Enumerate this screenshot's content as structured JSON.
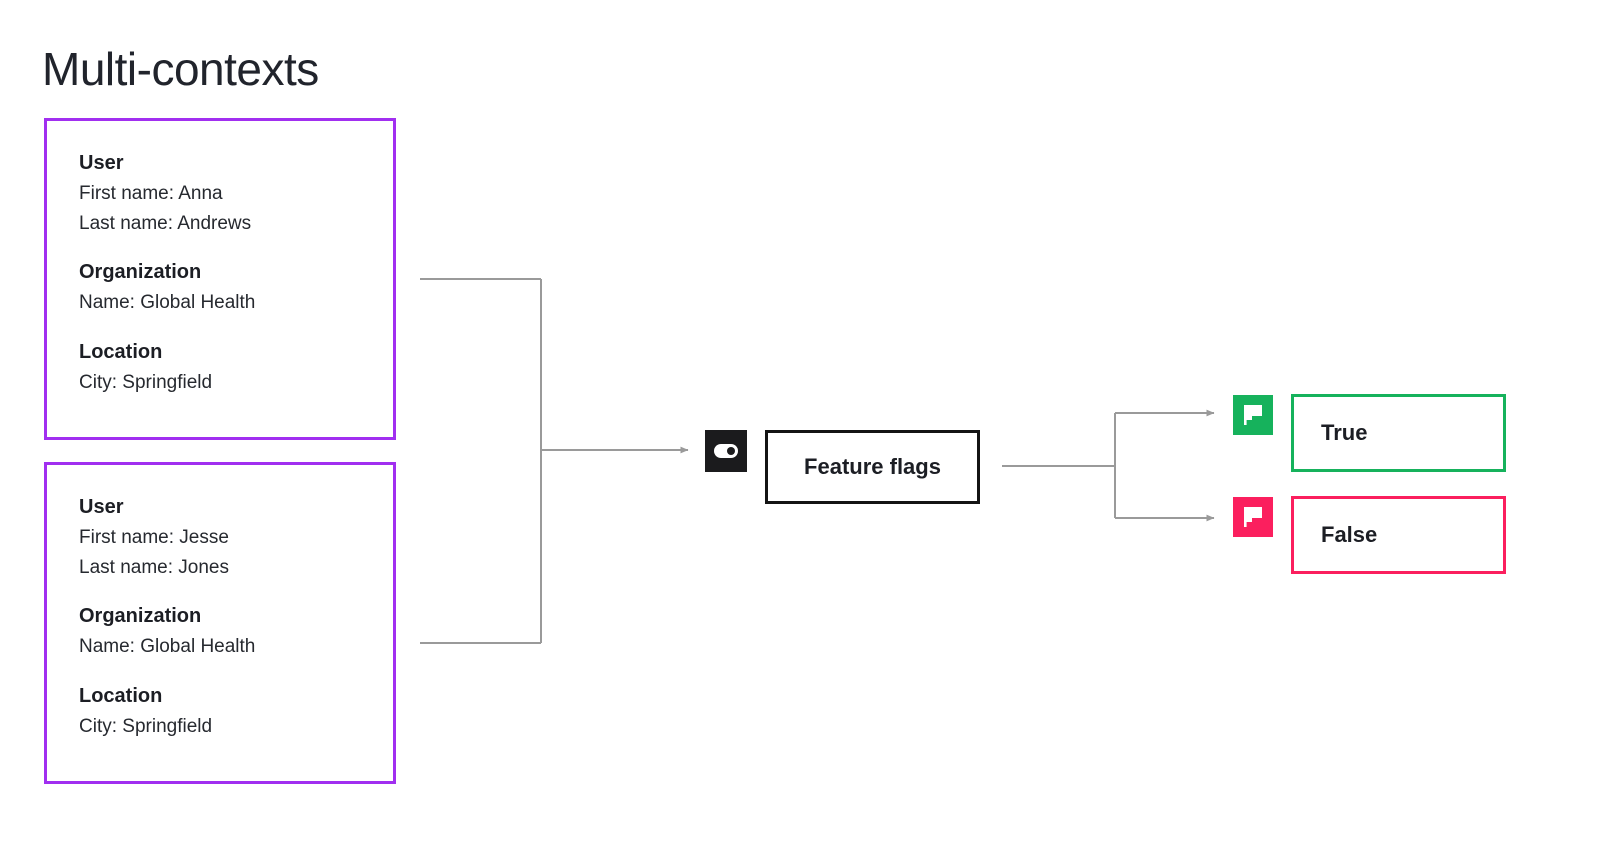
{
  "page": {
    "title": "Multi-contexts",
    "background_color": "#ffffff"
  },
  "colors": {
    "context_border": "#a12ff0",
    "node_border": "#141414",
    "true_accent": "#16b25c",
    "false_accent": "#fb1f5e",
    "connector": "#9a9a9a",
    "text": "#1c1e24",
    "toggle_tile": "#1b1b1d"
  },
  "contexts": [
    {
      "groups": [
        {
          "heading": "User",
          "lines": [
            "First name: Anna",
            "Last name: Andrews"
          ]
        },
        {
          "heading": "Organization",
          "lines": [
            "Name: Global Health"
          ]
        },
        {
          "heading": "Location",
          "lines": [
            "City: Springfield"
          ]
        }
      ]
    },
    {
      "groups": [
        {
          "heading": "User",
          "lines": [
            "First name: Jesse",
            "Last name: Jones"
          ]
        },
        {
          "heading": "Organization",
          "lines": [
            "Name: Global Health"
          ]
        },
        {
          "heading": "Location",
          "lines": [
            "City: Springfield"
          ]
        }
      ]
    }
  ],
  "feature_flags_node": {
    "label": "Feature flags",
    "icon": "toggle-on-icon"
  },
  "outcomes": [
    {
      "label": "True",
      "icon": "flag-icon",
      "accent": "#16b25c"
    },
    {
      "label": "False",
      "icon": "flag-icon",
      "accent": "#fb1f5e"
    }
  ]
}
